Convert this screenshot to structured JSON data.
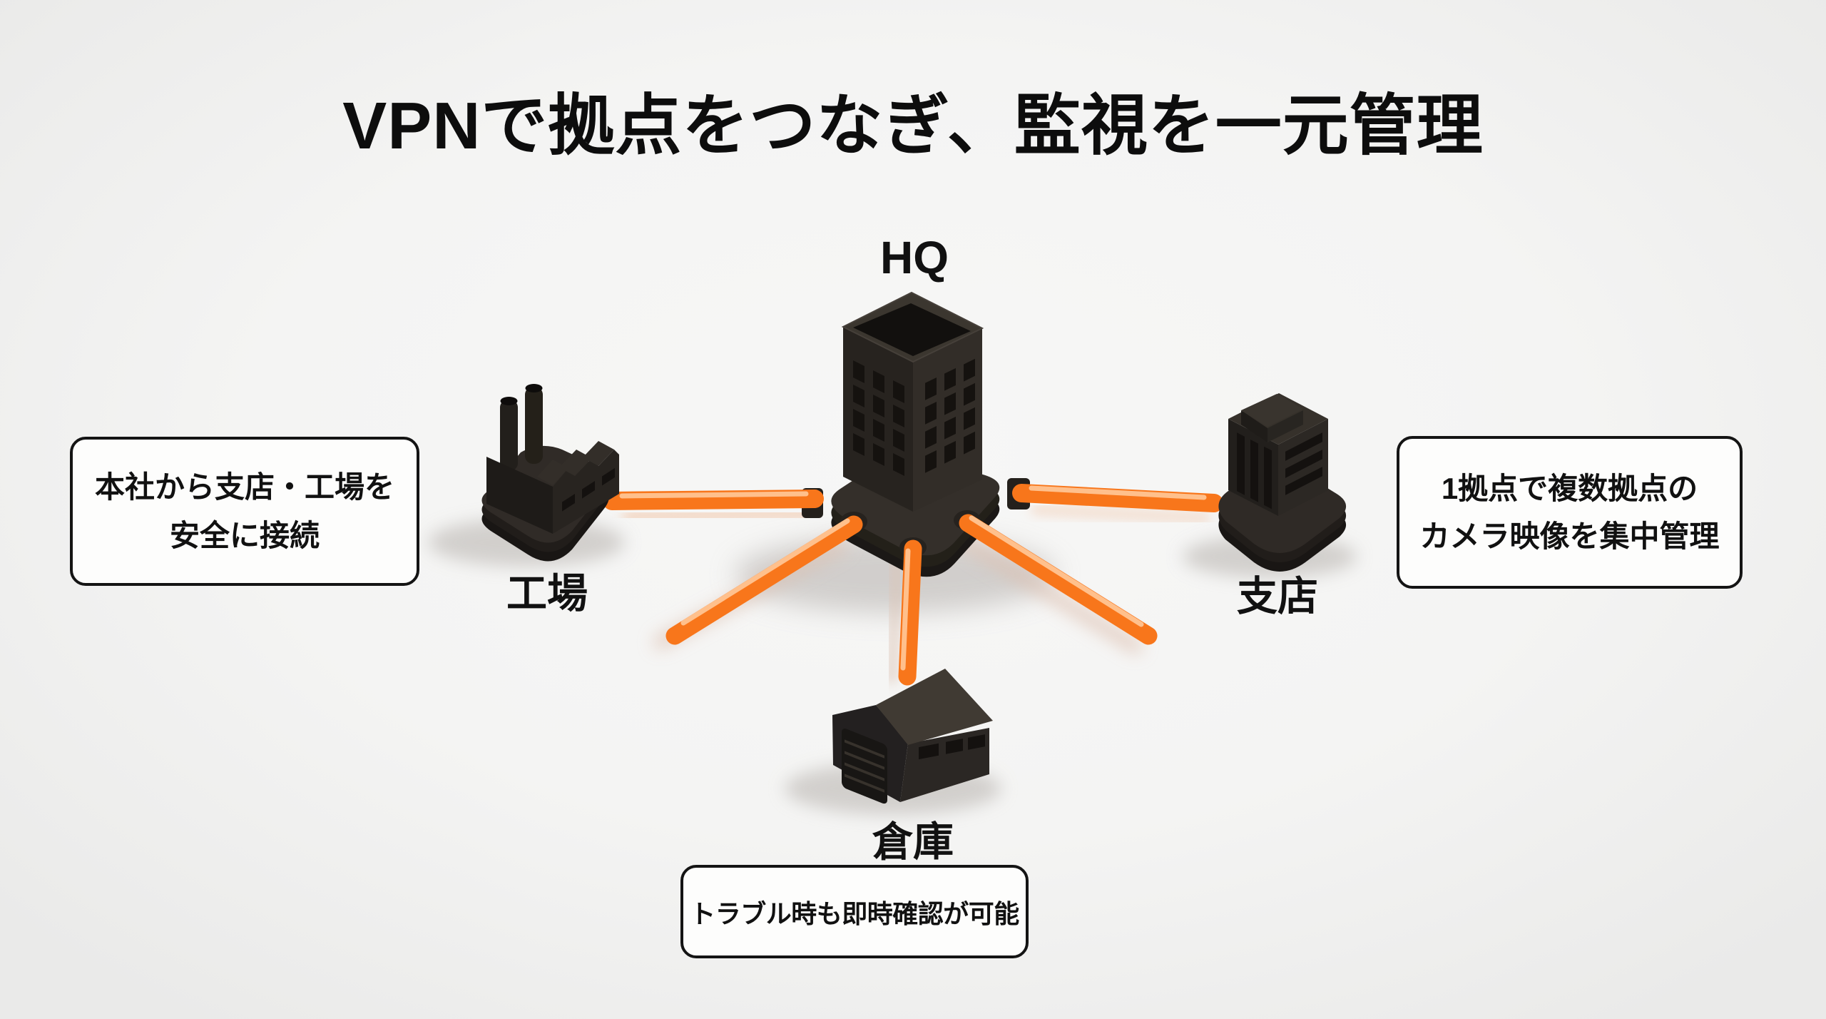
{
  "title": "VPNで拠点をつなぎ、監視を一元管理",
  "nodes": {
    "hq": {
      "label": "HQ"
    },
    "factory": {
      "label": "工場"
    },
    "branch": {
      "label": "支店"
    },
    "warehouse": {
      "label": "倉庫"
    }
  },
  "callouts": {
    "left": {
      "line1": "本社から支店・工場を",
      "line2": "安全に接続"
    },
    "right": {
      "line1": "1拠点で複数拠点の",
      "line2": "カメラ映像を集中管理"
    },
    "bottom": {
      "line1": "トラブル時も即時確認が可能"
    }
  },
  "colors": {
    "cable_orange": "#f8761b",
    "cable_highlight": "#ffc492",
    "building_dark": "#262220",
    "background": "#f4f4f3",
    "text_black": "#111111",
    "callout_bg": "#fdfdfc",
    "callout_border": "#141414"
  }
}
